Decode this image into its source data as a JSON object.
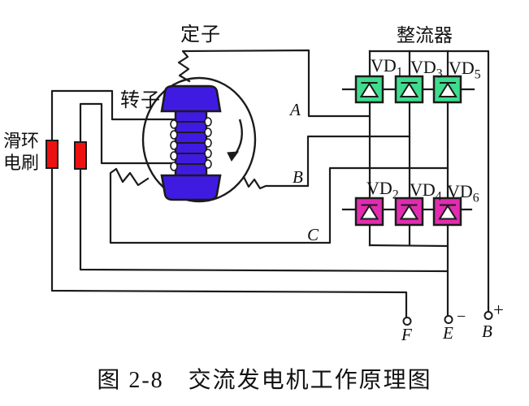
{
  "diagram": {
    "stator_label": "定子",
    "rotor_label": "转子",
    "slip_ring_label": "滑环",
    "brush_label": "电刷",
    "rectifier_label": "整流器",
    "phases": {
      "a": "A",
      "b": "B",
      "c": "C"
    },
    "diodes": {
      "top_row": [
        {
          "name": "VD",
          "sub": "1"
        },
        {
          "name": "VD",
          "sub": "3"
        },
        {
          "name": "VD",
          "sub": "5"
        }
      ],
      "bottom_row": [
        {
          "name": "VD",
          "sub": "2"
        },
        {
          "name": "VD",
          "sub": "4"
        },
        {
          "name": "VD",
          "sub": "6"
        }
      ]
    },
    "terminals": {
      "f": "F",
      "e": "E",
      "b": "B",
      "minus": "−",
      "plus": "+"
    },
    "caption": "图 2-8　交流发电机工作原理图",
    "colors": {
      "diode_top": "#3edd8d",
      "diode_bottom": "#e22cb0",
      "rotor": "#3f1be2",
      "brush": "#ee1111",
      "wire": "#1b1b1b"
    }
  }
}
